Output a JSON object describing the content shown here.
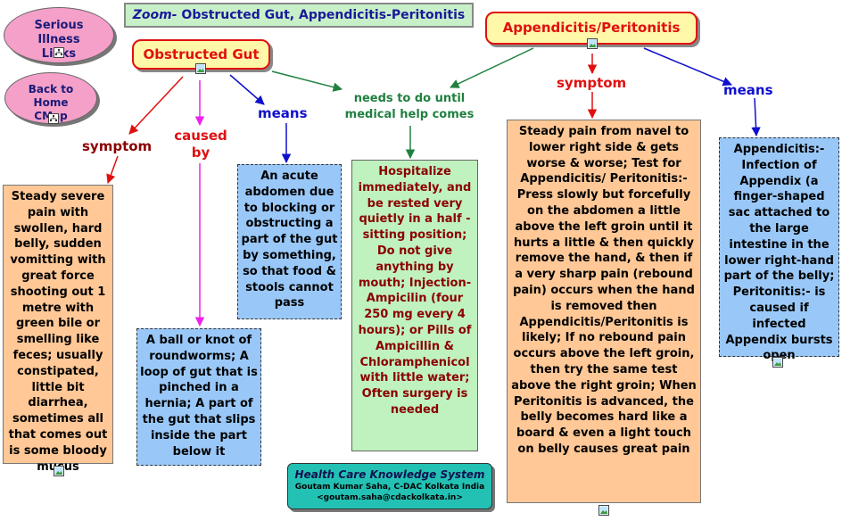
{
  "title": {
    "zoom": "Zoom-",
    "text": " Obstructed Gut, Appendicitis-Peritonitis"
  },
  "serious_links": "Serious Illness Links",
  "back_home": "Back to Home CMap",
  "obstructed_gut": "Obstructed Gut",
  "appendicitis": "Appendicitis/Peritonitis",
  "labels": {
    "symptom_left": "symptom",
    "caused_by": "caused by",
    "means_left": "means",
    "needs": "needs to do until medical help comes",
    "symptom_right": "symptom",
    "means_right": "means"
  },
  "concepts": {
    "gut_symptom": "Steady severe pain with swollen, hard belly, sudden vomitting with great force shooting out 1 metre with green bile or smelling like feces; usually constipated, little bit diarrhea, sometimes all that comes out is some bloody mucus",
    "gut_cause": "A ball or knot of roundworms; A loop of gut that is pinched in a hernia; A part of the gut that slips inside the part below it",
    "gut_means": "An acute abdomen due to blocking or obstructing a part of the gut by something, so that food & stools cannot pass",
    "needs": "Hospitalize immediately, and be rested very quietly in a half -sitting position; Do not give anything by mouth; Injection-Ampicilin (four 250 mg every 4 hours); or Pills of Ampicillin & Chloramphenicol with little water; Often surgery is needed",
    "app_symptom": "Steady pain from navel to lower right side & gets worse & worse; Test for Appendicitis/ Peritonitis:- Press slowly but forcefully on the abdomen a little above the left groin until it hurts a little & then quickly remove the hand, & then if a very sharp pain (rebound pain) occurs when the hand is removed then Appendicitis/Peritonitis is likely; If no rebound pain occurs above the left groin, then try the same test above the right groin; When Peritonitis is advanced, the belly becomes hard like a board & even a light touch on belly causes great pain",
    "app_means": "Appendicitis:- Infection of Appendix (a finger-shaped sac attached to the large intestine in the lower right-hand part of the belly; Peritonitis:- is caused if infected Appendix bursts open"
  },
  "footer": {
    "title": "Health Care Knowledge System",
    "author": "Goutam Kumar Saha, C-DAC Kolkata India",
    "email": "<goutam.saha@cdackolkata.in>"
  },
  "colors": {
    "red": "#e01010",
    "magenta": "#ee22ee",
    "blue": "#1010cc",
    "green": "#208040",
    "darkred": "#8b0000"
  },
  "icons": [
    "hierarchy-icon",
    "image-icon"
  ]
}
